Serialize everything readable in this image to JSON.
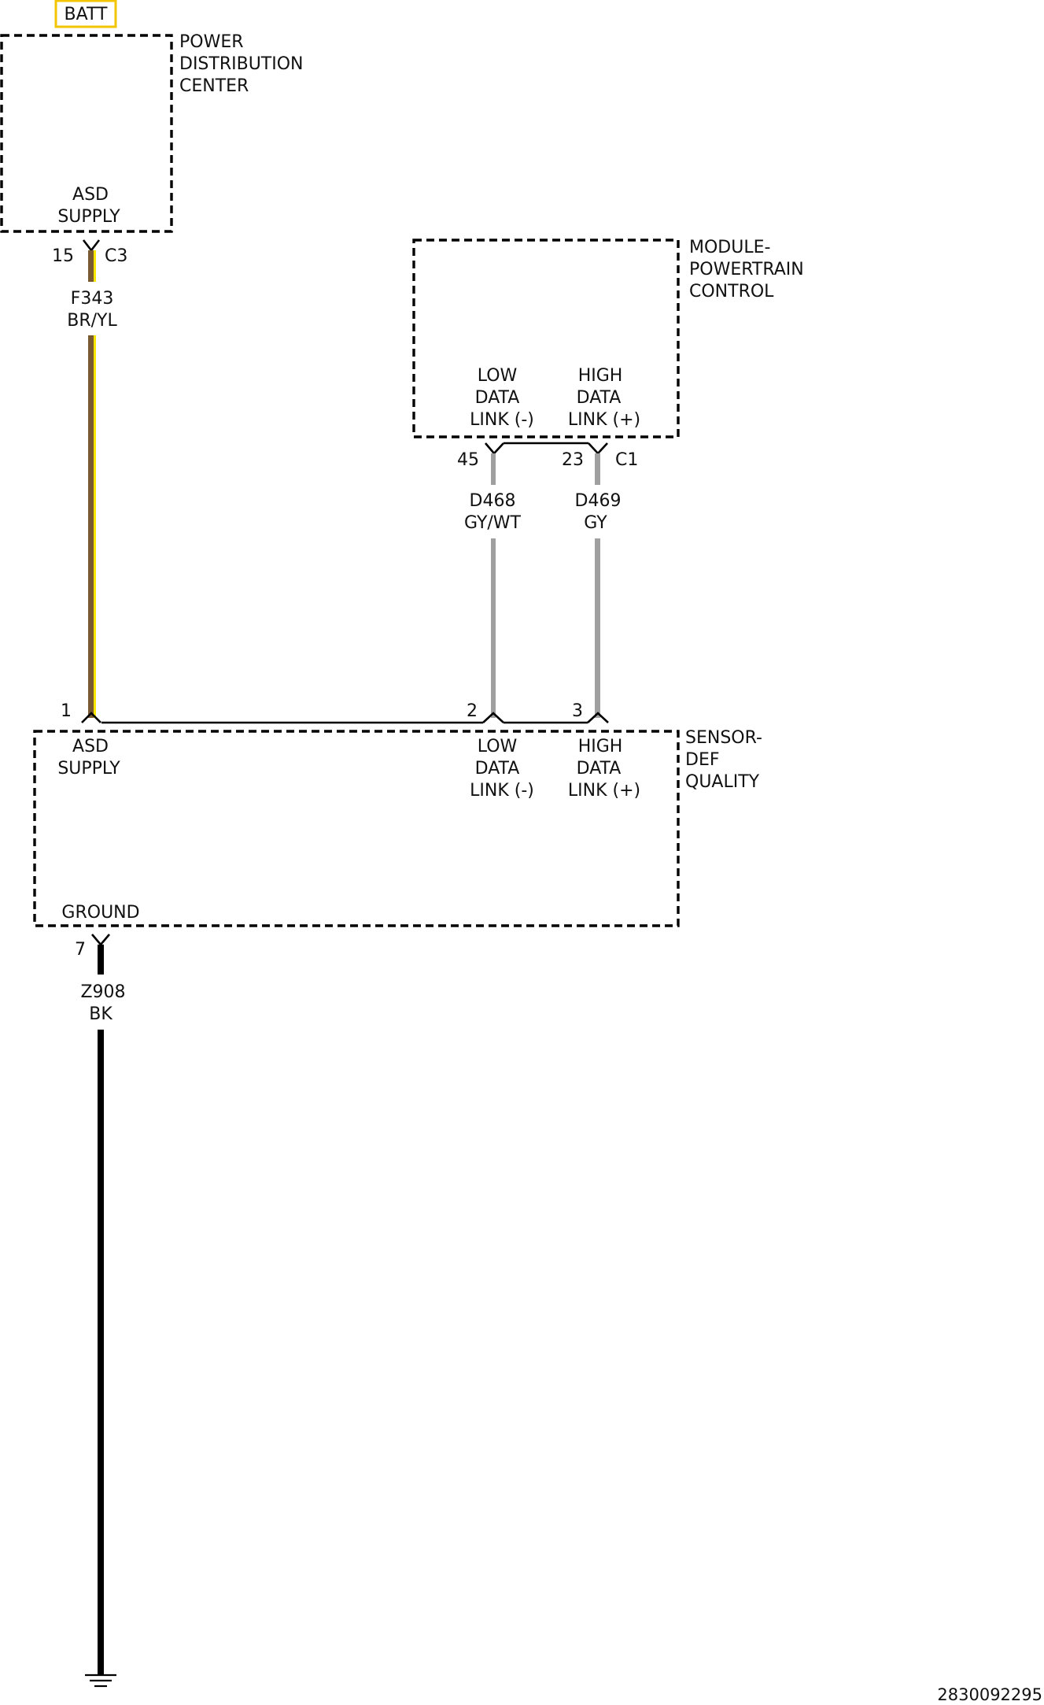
{
  "source": {
    "label": "BATT",
    "border_color": "#f2c500"
  },
  "components": {
    "pdc": {
      "name_lines": [
        "POWER",
        "DISTRIBUTION",
        "CENTER"
      ],
      "pins": {
        "asd_supply": {
          "label_lines": [
            "ASD",
            "SUPPLY"
          ],
          "pin": "15",
          "connector": "C3"
        }
      }
    },
    "pcm": {
      "name_lines": [
        "MODULE-",
        "POWERTRAIN",
        "CONTROL"
      ],
      "connector": "C1",
      "pins": {
        "low_data_link": {
          "label_lines": [
            "LOW",
            "DATA",
            "LINK (-)"
          ],
          "pin": "45"
        },
        "high_data_link": {
          "label_lines": [
            "HIGH",
            "DATA",
            "LINK (+)"
          ],
          "pin": "23"
        }
      }
    },
    "def_sensor": {
      "name_lines": [
        "SENSOR-",
        "DEF",
        "QUALITY"
      ],
      "pins": {
        "asd_supply": {
          "label_lines": [
            "ASD",
            "SUPPLY"
          ],
          "pin": "1"
        },
        "low_data_link": {
          "label_lines": [
            "LOW",
            "DATA",
            "LINK (-)"
          ],
          "pin": "2"
        },
        "high_data_link": {
          "label_lines": [
            "HIGH",
            "DATA",
            "LINK (+)"
          ],
          "pin": "3"
        },
        "ground": {
          "label_lines": [
            "GROUND"
          ],
          "pin": "7"
        }
      }
    }
  },
  "wires": {
    "f343": {
      "circuit": "F343",
      "color_code": "BR/YL",
      "base_color": "#7a5a30",
      "stripe_color": "#f7e600"
    },
    "d468": {
      "circuit": "D468",
      "color_code": "GY/WT",
      "base_color": "#a0a0a0",
      "stripe_color": "#ffffff"
    },
    "d469": {
      "circuit": "D469",
      "color_code": "GY",
      "base_color": "#a0a0a0"
    },
    "z908": {
      "circuit": "Z908",
      "color_code": "BK",
      "base_color": "#000000"
    }
  },
  "footer": {
    "diagram_id": "2830092295"
  }
}
